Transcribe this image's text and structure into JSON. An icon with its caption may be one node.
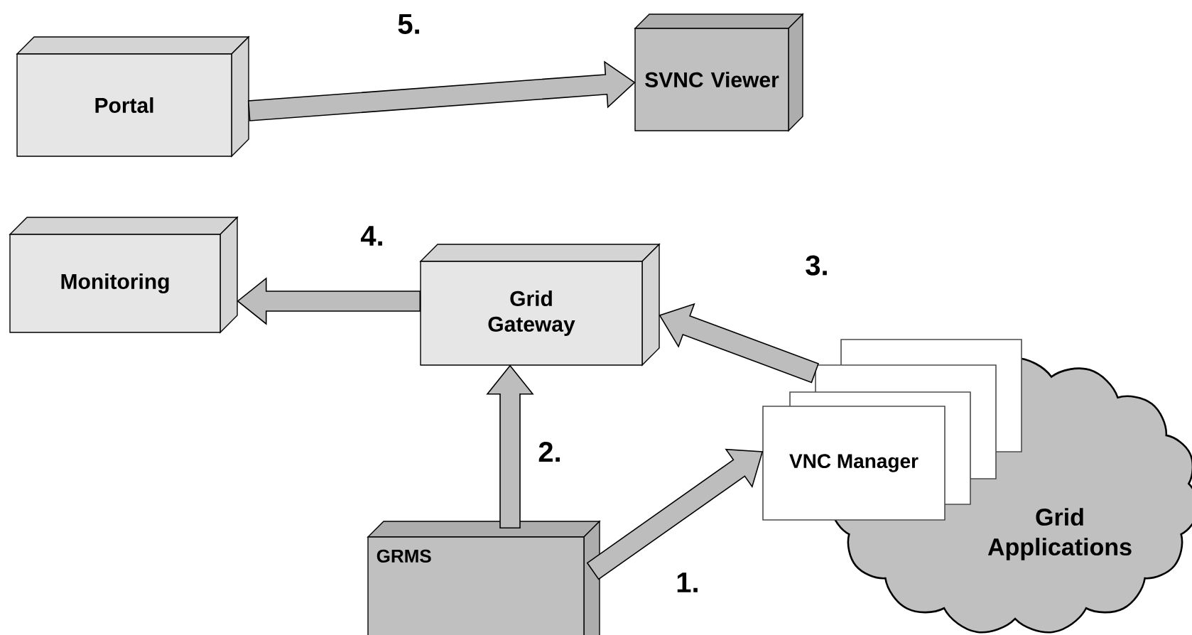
{
  "diagram": {
    "nodes": [
      {
        "text": [
          "Portal"
        ]
      },
      {
        "text": [
          "SVNC Viewer"
        ]
      },
      {
        "text": [
          "Monitoring"
        ]
      },
      {
        "text": [
          "Grid Gateway"
        ]
      },
      {
        "text": [
          "Grid Applications"
        ]
      },
      {
        "text": [
          "VNC Manager"
        ]
      },
      {
        "text": [
          "GRMS"
        ]
      }
    ],
    "edges": [
      {
        "from": 6,
        "to": 5,
        "arrow": "to",
        "label": "1."
      },
      {
        "from": 6,
        "to": 3,
        "arrow": "to",
        "label": "2."
      },
      {
        "from": 5,
        "to": 3,
        "arrow": "to",
        "label": "3."
      },
      {
        "from": 3,
        "to": 2,
        "arrow": "to",
        "label": "4."
      },
      {
        "from": 0,
        "to": 1,
        "arrow": "to",
        "label": "5."
      }
    ]
  }
}
